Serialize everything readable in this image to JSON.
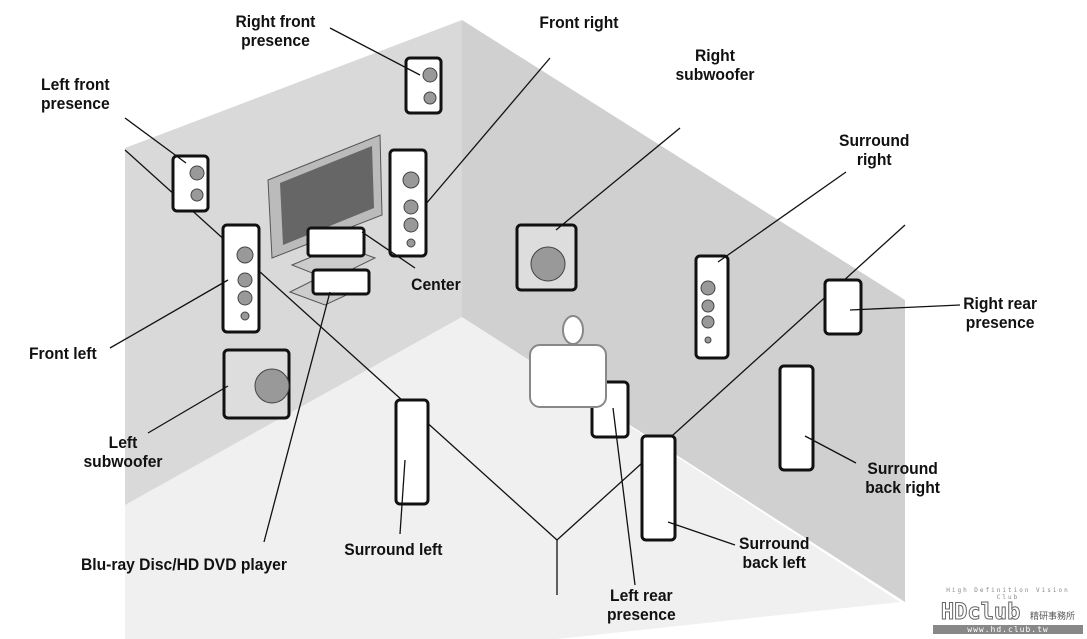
{
  "labels": {
    "right_front_presence": [
      "Right front",
      "presence"
    ],
    "front_right": "Front right",
    "left_front_presence": [
      "Left front",
      "presence"
    ],
    "right_subwoofer": [
      "Right",
      "subwoofer"
    ],
    "surround_right": [
      "Surround",
      "right"
    ],
    "center": "Center",
    "right_rear_presence": [
      "Right rear",
      "presence"
    ],
    "front_left": "Front left",
    "left_subwoofer": [
      "Left",
      "subwoofer"
    ],
    "surround_back_right": [
      "Surround",
      "back right"
    ],
    "surround_back_left": [
      "Surround",
      "back left"
    ],
    "surround_left": "Surround left",
    "player": "Blu-ray Disc/HD DVD player",
    "left_rear_presence": [
      "Left rear",
      "presence"
    ]
  },
  "watermark": {
    "tagline": "High Definition Vision Club",
    "name": "HDclub",
    "chinese": "精研事務所",
    "url": "www.hd.club.tw"
  },
  "colors": {
    "wall": "#d6d6d6",
    "floor": "#efefef",
    "line": "#111111"
  }
}
